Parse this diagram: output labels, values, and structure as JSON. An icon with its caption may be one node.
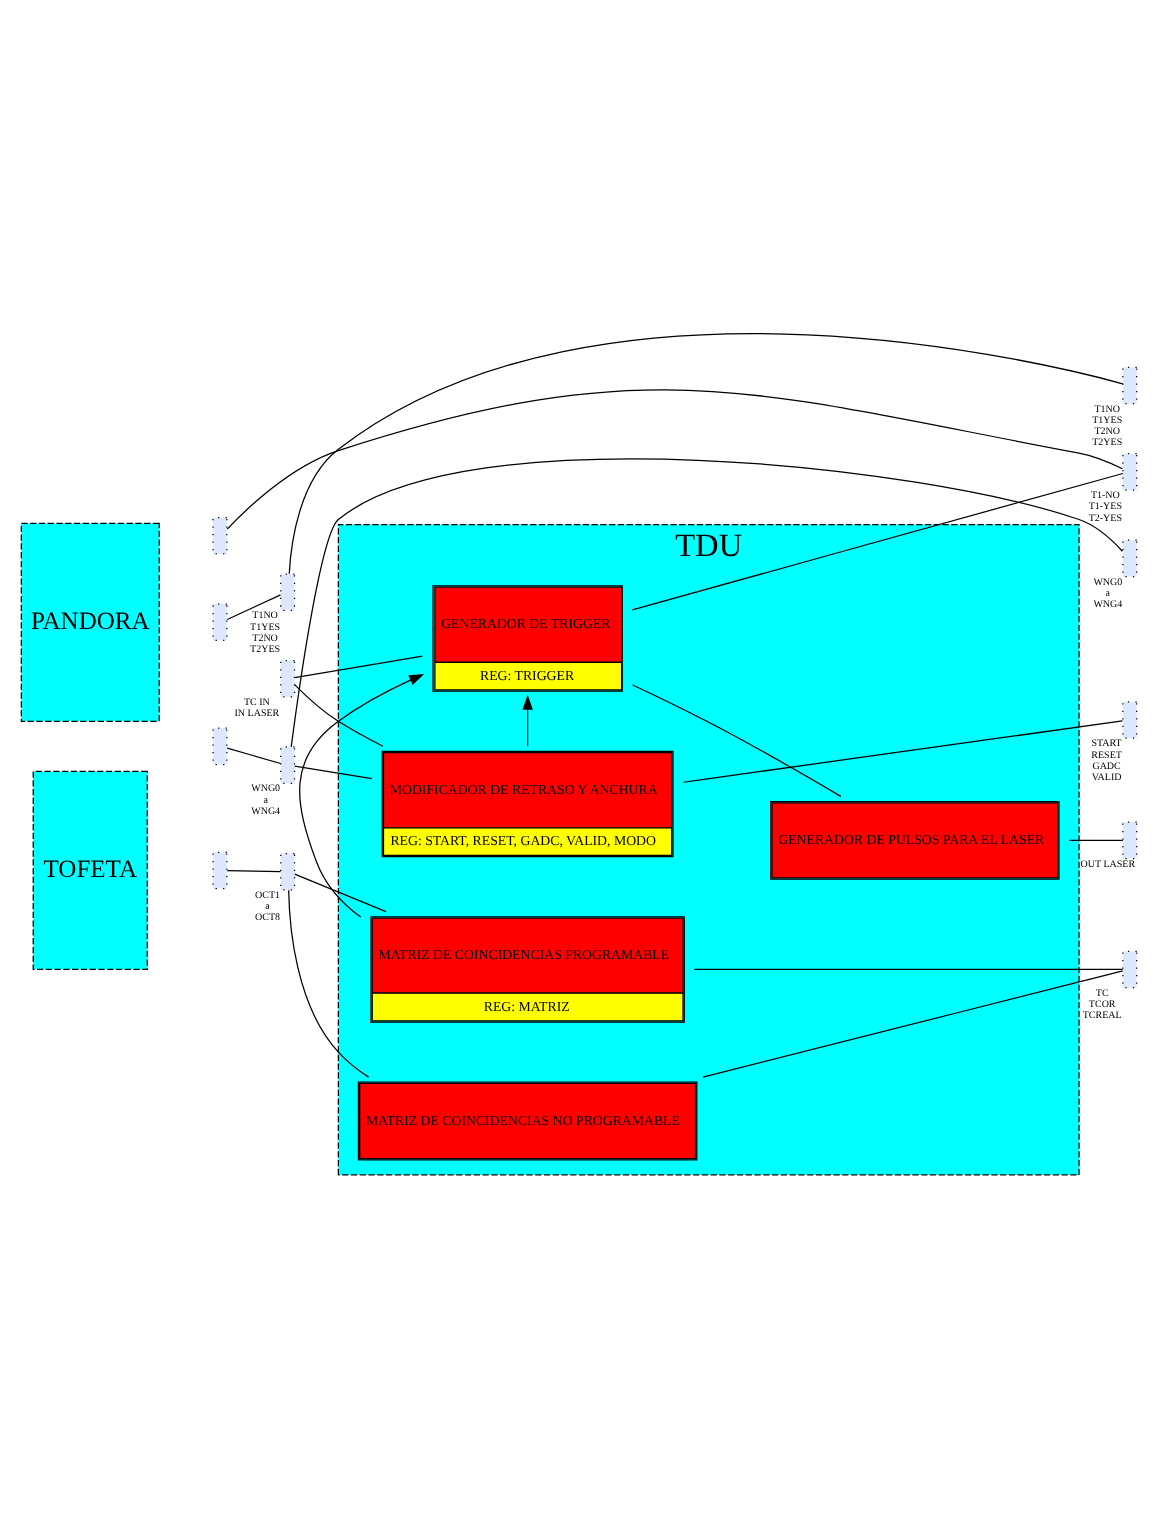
{
  "diagram": {
    "nodes": [
      {
        "text": [
          "PANDORA"
        ]
      },
      {
        "text": [],
        "shape": "box"
      },
      {
        "text": [],
        "shape": "box"
      },
      {
        "text": [],
        "shape": "box"
      },
      {
        "text": [
          "TDU"
        ]
      },
      {
        "text": [
          "GENERADOR DE TRIGGER",
          "REG: TRIGGER"
        ],
        "in": 4
      },
      {
        "text": [
          "MODIFICADOR DE RETRASO Y ANCHURA",
          "REG: START, RESET, GADC, VALID, MODO"
        ],
        "in": 4
      },
      {
        "text": [
          "GENERADOR DE PULSOS PARA EL LASER"
        ],
        "in": 4
      },
      {
        "text": [
          "MATRIZ DE COINCIDENCIAS PROGRAMABLE",
          "REG: MATRIZ"
        ],
        "in": 4
      },
      {
        "text": [
          "MATRIZ DE COINCIDENCIAS NO PROGRAMABLE"
        ],
        "in": 4
      },
      {
        "text": [],
        "shape": "box",
        "beside": [
          "T1NO",
          "T1YES",
          "T2NO",
          "T2YES"
        ]
      },
      {
        "text": [],
        "shape": "box",
        "beside": [
          "T1NO",
          "T1YES",
          "T2NO",
          "T2YES"
        ]
      },
      {
        "text": [],
        "shape": "box",
        "beside": [
          "TC IN",
          "IN LASER"
        ]
      },
      {
        "text": [],
        "shape": "box",
        "beside": [
          "T1-NO",
          "T1-YES",
          "T2-YES"
        ]
      },
      {
        "text": [],
        "shape": "box",
        "beside": [
          "WNG0",
          "a",
          "WNG4"
        ]
      },
      {
        "text": [],
        "shape": "box",
        "beside": [
          "WNG0",
          "a",
          "WNG4"
        ]
      },
      {
        "text": [],
        "shape": "box",
        "beside": [
          "START",
          "RESET",
          "GADC",
          "VALID"
        ]
      },
      {
        "text": [],
        "shape": "box",
        "beside": [
          "OUT LASER"
        ]
      },
      {
        "text": [
          "TOFETA"
        ]
      },
      {
        "text": [],
        "shape": "box"
      },
      {
        "text": [],
        "shape": "box",
        "beside": [
          "OCT1",
          "a",
          "OCT8"
        ]
      },
      {
        "text": [],
        "shape": "box",
        "beside": [
          "TC",
          "TCOR",
          "TCREAL"
        ]
      }
    ],
    "edges": [
      {
        "from": 1,
        "to": 13,
        "arrow": "none"
      },
      {
        "from": 2,
        "to": 10,
        "arrow": "none"
      },
      {
        "from": 10,
        "to": 11,
        "arrow": "none"
      },
      {
        "from": 12,
        "to": 5,
        "arrow": "none"
      },
      {
        "from": 12,
        "to": 6,
        "arrow": "none"
      },
      {
        "from": 5,
        "to": 7,
        "arrow": "none"
      },
      {
        "from": 5,
        "to": 13,
        "arrow": "none"
      },
      {
        "from": 3,
        "to": 14,
        "arrow": "none"
      },
      {
        "from": 14,
        "to": 15,
        "arrow": "none"
      },
      {
        "from": 14,
        "to": 6,
        "arrow": "none"
      },
      {
        "from": 6,
        "to": 16,
        "arrow": "none"
      },
      {
        "from": 6,
        "to": 5,
        "arrow": "to"
      },
      {
        "from": 7,
        "to": 17,
        "arrow": "none"
      },
      {
        "from": 19,
        "to": 20,
        "arrow": "none"
      },
      {
        "from": 20,
        "to": 8,
        "arrow": "none"
      },
      {
        "from": 20,
        "to": 9,
        "arrow": "none"
      },
      {
        "from": 8,
        "to": 21,
        "arrow": "none"
      },
      {
        "from": 9,
        "to": 21,
        "arrow": "none"
      },
      {
        "from": 8,
        "to": 5,
        "arrow": "to"
      }
    ]
  }
}
